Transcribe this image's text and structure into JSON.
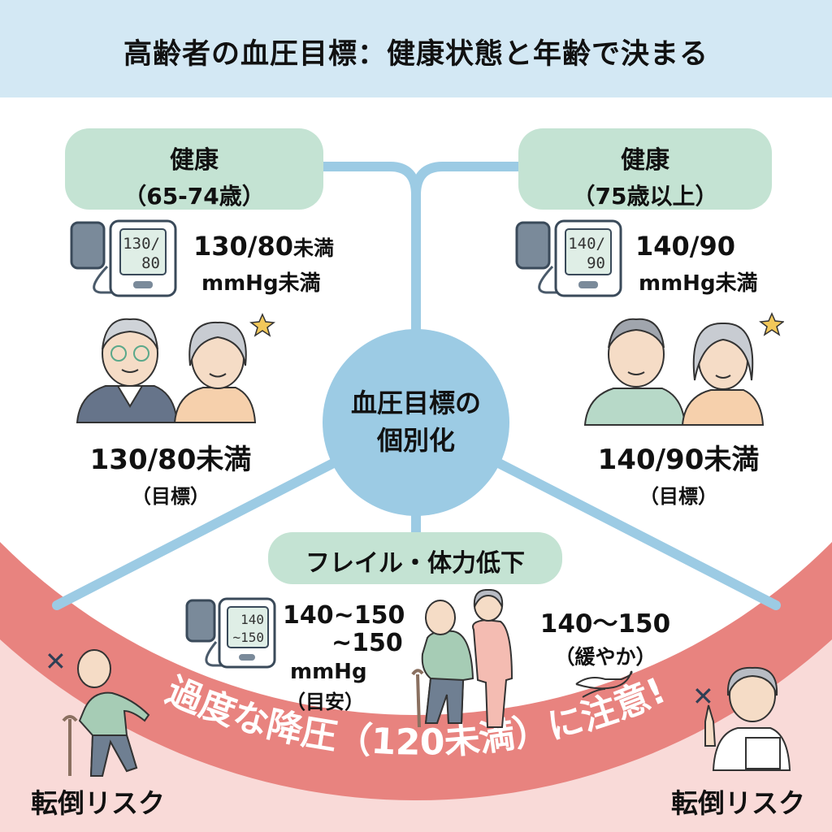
{
  "title": "高齢者の血圧目標：健康状態と年齢で決まる",
  "center": {
    "line1": "血圧目標の",
    "line2": "個別化"
  },
  "left": {
    "label": "健康",
    "age": "（65-74歳）",
    "monitor": [
      "130/",
      "80"
    ],
    "bp_value": "130/80",
    "bp_suffix": "未満",
    "unit": "mmHg未満",
    "target": "130/80未満",
    "target_note": "（目標）"
  },
  "right": {
    "label": "健康",
    "age": "（75歳以上）",
    "monitor": [
      "140/",
      "90"
    ],
    "bp_value": "140/90",
    "unit": "mmHg未満",
    "target": "140/90未満",
    "target_note": "（目標）"
  },
  "frail": {
    "label": "フレイル・体力低下",
    "monitor": [
      "140",
      "~150"
    ],
    "bp_lines": [
      "140~150",
      "~150",
      "mmHg",
      "（目安）"
    ],
    "gentle": "140〜150",
    "gentle_note": "（緩やか）"
  },
  "warning": "過度な降圧（120未満）に注意!",
  "risk_left": "転倒リスク",
  "risk_right": "転倒リスク",
  "colors": {
    "header": "#d3e8f4",
    "pill": "#c4e3d3",
    "line": "#9ccbe4",
    "band": "#e8837f",
    "pink": "#f9dad8"
  }
}
